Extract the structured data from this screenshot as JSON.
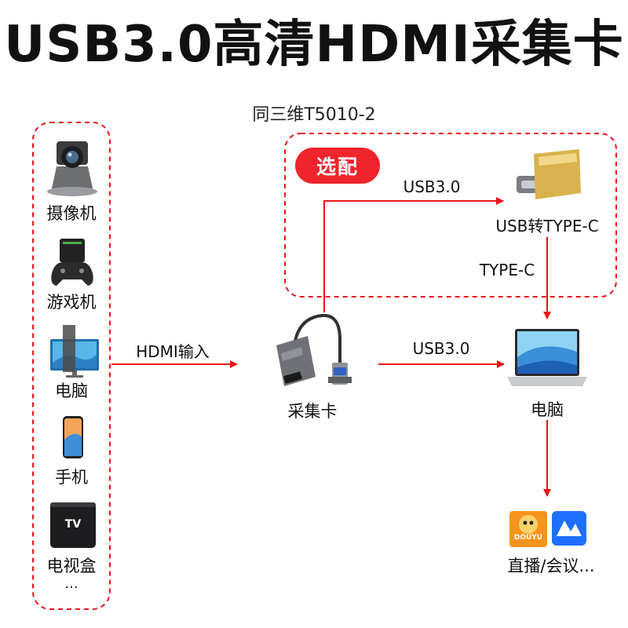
{
  "title": "USB3.0高清HDMI采集卡",
  "subtitle": "同三维T5010-2",
  "optional_badge": "选配",
  "sources": [
    {
      "label": "摄像机",
      "icon": "ptz-camera-icon"
    },
    {
      "label": "游戏机",
      "icon": "game-console-icon"
    },
    {
      "label": "电脑",
      "icon": "desktop-computer-icon"
    },
    {
      "label": "手机",
      "icon": "smartphone-icon"
    },
    {
      "label": "电视盒",
      "icon": "tv-box-icon"
    },
    {
      "label": "...",
      "icon": ""
    }
  ],
  "tv_box_text": "TV",
  "edges": {
    "hdmi_in": "HDMI输入",
    "usb3_to_laptop": "USB3.0",
    "usb3_to_adapter": "USB3.0",
    "typec_to_laptop": "TYPE-C"
  },
  "nodes": {
    "capture_card": "采集卡",
    "adapter": "USB转TYPE-C",
    "laptop": "电脑",
    "apps": "直播/会议..."
  },
  "app_logo_text": "DOUYU",
  "colors": {
    "arrow": "#e8141c",
    "dashed_border": "#e8141c",
    "badge": "#f0242c",
    "adapter_gold": "#d9b24e",
    "douyu_orange": "#f7941d",
    "meeting_blue": "#1f6fff"
  }
}
